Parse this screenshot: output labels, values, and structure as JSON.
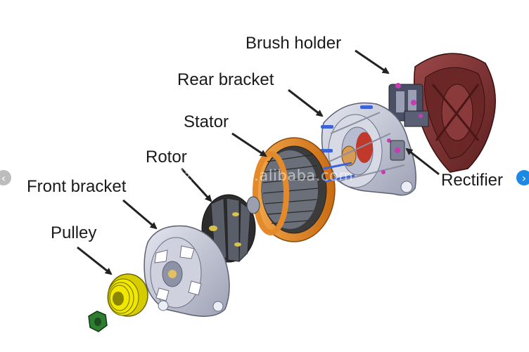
{
  "labels": {
    "brush_holder": "Brush holder",
    "rear_bracket": "Rear bracket",
    "stator": "Stator",
    "rotor": "Rotor",
    "front_bracket": "Front bracket",
    "pulley": "Pulley",
    "rectifier": "Rectifier"
  },
  "watermark": "sjzboya.en.alibaba.com",
  "nav": {
    "prev_glyph": "‹",
    "next_glyph": "›"
  },
  "colors": {
    "stator_orange": "#e58a2a",
    "pulley_yellow": "#e6e000",
    "nut_green": "#2e7d32",
    "bracket_grey": "#c9ccd8",
    "rear_cover": "#7a2e2e",
    "rectifier_red": "#c0392b",
    "nav_next": "#1e88e5",
    "nav_prev": "#bdbdbd"
  }
}
